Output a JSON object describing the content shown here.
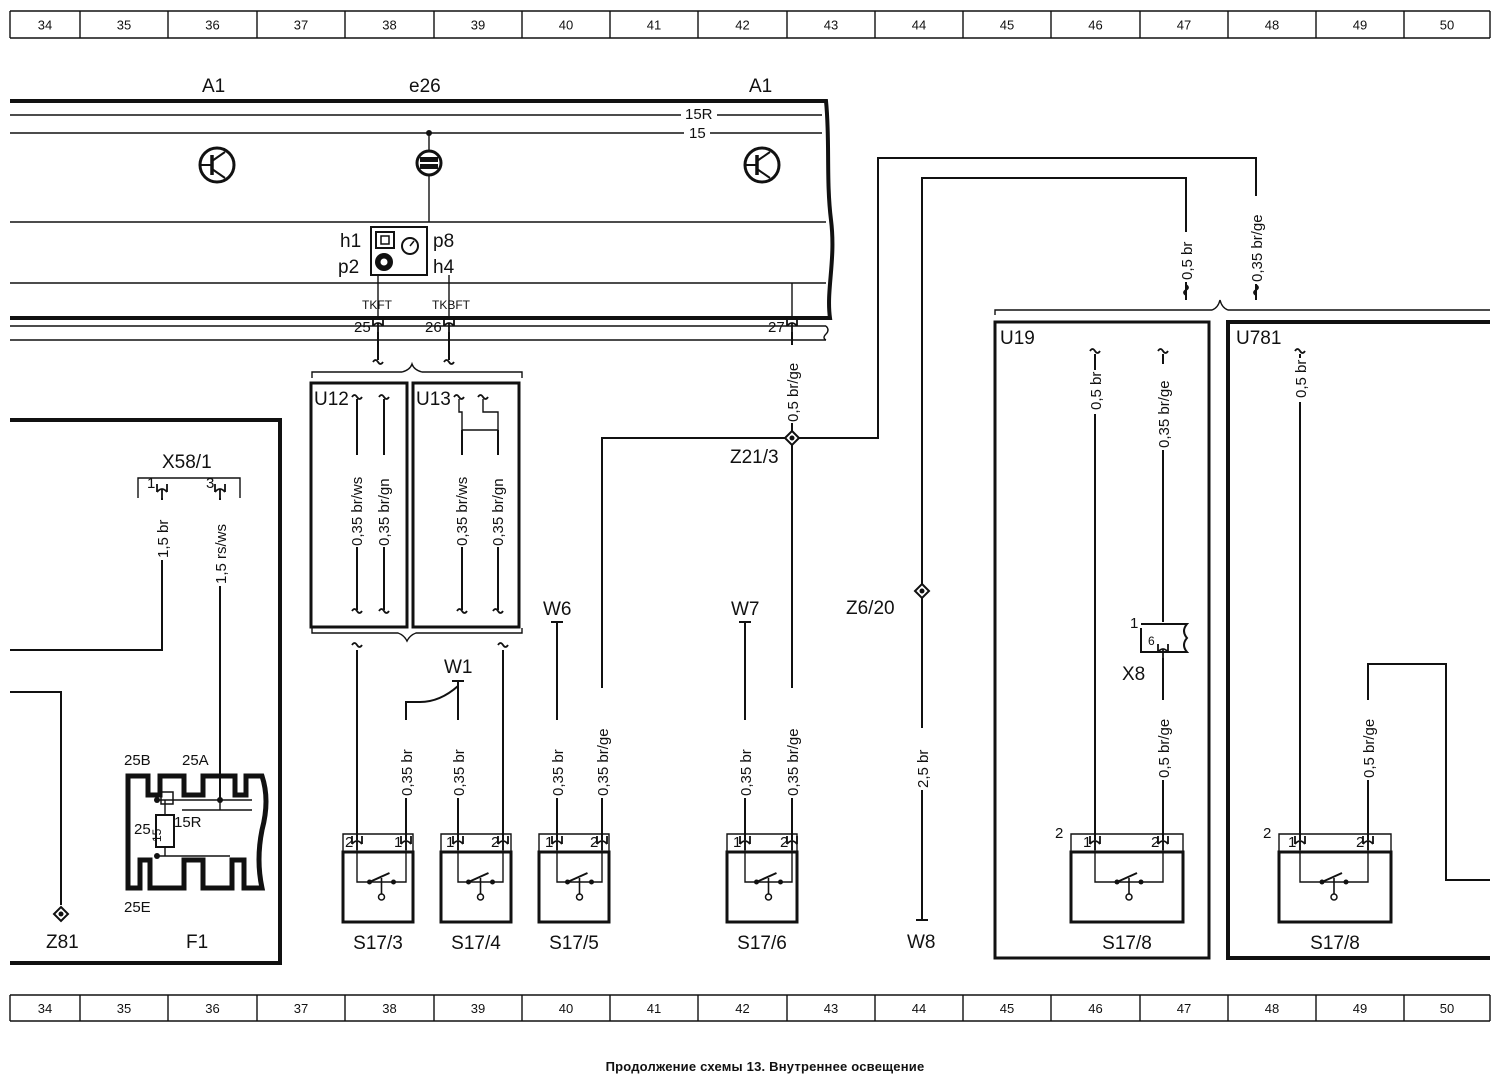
{
  "grid": {
    "top": [
      "34",
      "35",
      "36",
      "37",
      "38",
      "39",
      "40",
      "41",
      "42",
      "43",
      "44",
      "45",
      "46",
      "47",
      "48",
      "49",
      "50"
    ],
    "bottom": [
      "34",
      "35",
      "36",
      "37",
      "38",
      "39",
      "40",
      "41",
      "42",
      "43",
      "44",
      "45",
      "46",
      "47",
      "48",
      "49",
      "50"
    ]
  },
  "instrument_cluster": {
    "left_label": "A1",
    "center_label": "e26",
    "right_label": "A1",
    "line_15r": "15R",
    "line_15": "15",
    "indicator_labels": {
      "h1": "h1",
      "p8": "p8",
      "p2": "p2",
      "h4": "h4"
    },
    "tkft": "TKFT",
    "tkbft": "TKBFT",
    "pins": {
      "p25": "25",
      "p26": "26",
      "p27": "27"
    }
  },
  "connector_u12": {
    "label": "U12",
    "wire_a": "0,35 br/ws",
    "wire_b": "0,35 br/gn"
  },
  "connector_u13": {
    "label": "U13",
    "wire_a": "0,35 br/ws",
    "wire_b": "0,35 br/gn"
  },
  "wire_27": "0,5 br/ge",
  "node_z21_3": "Z21/3",
  "node_z6_20": "Z6/20",
  "node_z81": "Z81",
  "ground_w1": "W1",
  "ground_w6": "W6",
  "ground_w7": "W7",
  "ground_w8": "W8",
  "x58": {
    "label": "X58/1",
    "pin1": "1",
    "pin3": "3",
    "wire1": "1,5 br",
    "wire3": "1,5 rs/ws"
  },
  "fuse_f1": {
    "label": "F1",
    "p25b": "25B",
    "p25a": "25A",
    "p25": "25",
    "p15r": "15R",
    "p25e": "25E",
    "p15": "15"
  },
  "switches": [
    {
      "label": "S17/3",
      "pin_left": "2",
      "pin_right": "1",
      "wire_right": "0,35 br"
    },
    {
      "label": "S17/4",
      "pin_left": "1",
      "pin_right": "2",
      "wire_left": "0,35 br"
    },
    {
      "label": "S17/5",
      "pin_left": "1",
      "pin_right": "2",
      "wire_left": "0,35 br",
      "wire_right": "0,35 br/ge"
    },
    {
      "label": "S17/6",
      "pin_left": "1",
      "pin_right": "2",
      "wire_left": "0,35 br",
      "wire_right": "0,35 br/ge"
    }
  ],
  "wire_w8": "2,5 br",
  "u19": {
    "label": "U19",
    "wire_top_left": "0,5 br",
    "wire_top_right": "0,35 br/ge",
    "x8_label": "X8",
    "x8_pin": "1",
    "x8_num": "6",
    "wire_bottom": "0,5 br/ge",
    "switch_label": "S17/8",
    "switch_side": "2",
    "pin_left": "1",
    "pin_right": "2"
  },
  "u781": {
    "label": "U781",
    "wire_top": "0,5 br",
    "wire_side": "0,5 br/ge",
    "switch_label": "S17/8",
    "switch_side": "2",
    "pin_left": "1",
    "pin_right": "2"
  },
  "top_wire_u19": "0,5 br",
  "top_wire_u781": "0,35 br/ge",
  "caption": "Продолжение схемы 13. Внутреннее освещение"
}
